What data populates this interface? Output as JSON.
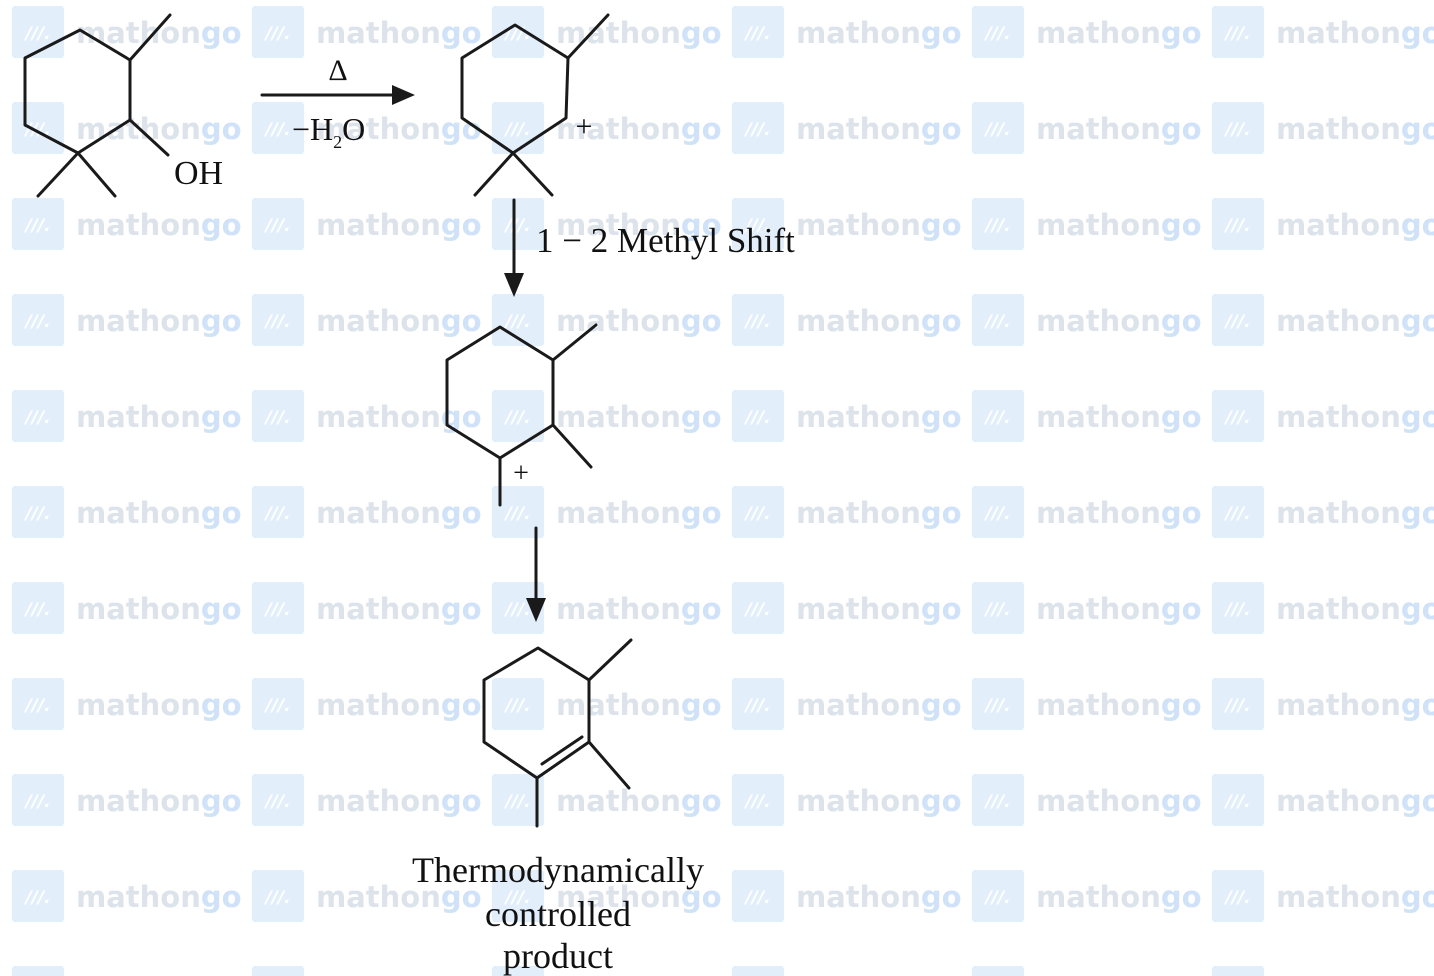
{
  "watermark": {
    "brand_prefix": "mathon",
    "brand_suffix": "go",
    "logo_glyph": "///.",
    "colors": {
      "prefix": "#dde3ea",
      "suffix": "#cfe2f7",
      "logo_box": "#e3eefb",
      "logo_glyph": "#ffffff"
    }
  },
  "reaction": {
    "step1": {
      "reagent_top": "Δ",
      "reagent_bottom_prefix": "−H",
      "reagent_bottom_subscript": "2",
      "reagent_bottom_suffix": "O"
    },
    "reactant": {
      "group_label": "OH"
    },
    "carbocation_1": {
      "charge": "+"
    },
    "step2": {
      "label": "1 − 2 Methyl Shift"
    },
    "carbocation_2": {
      "charge": "+"
    },
    "product": {
      "caption_line1": "Thermodynamically",
      "caption_line2": "controlled",
      "caption_line3": "product"
    }
  }
}
